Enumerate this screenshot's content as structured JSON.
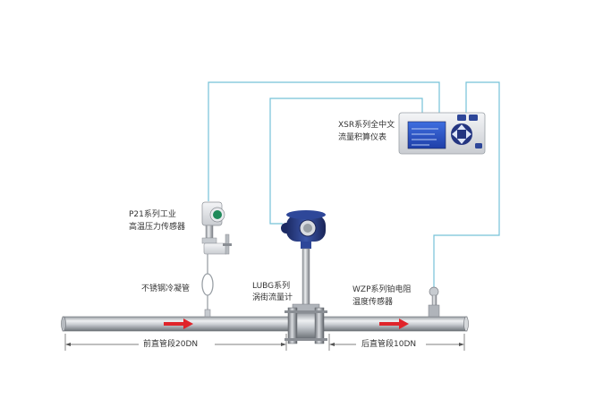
{
  "labels": {
    "display_line1": "XSR系列全中文",
    "display_line2": "流量积算仪表",
    "pressure_line1": "P21系列工业",
    "pressure_line2": "高温压力传感器",
    "condenser": "不锈钢冷凝管",
    "vortex_line1": "LUBG系列",
    "vortex_line2": "涡街流量计",
    "temp_line1": "WZP系列铂电阻",
    "temp_line2": "温度传感器",
    "upstream": "前直管段20DN",
    "downstream": "后直管段10DN"
  },
  "colors": {
    "signal_line": "#76c2d8",
    "pipe_dark": "#8d9197",
    "pipe_light": "#e9ebee",
    "flow_arrow": "#e0242a",
    "display_screen": "#2a54c8",
    "transmitter_blue": "#2a3f8a",
    "pressure_green": "#1f8a5a"
  },
  "icons": [
    "flow-arrow-icon",
    "keypad-icon"
  ]
}
